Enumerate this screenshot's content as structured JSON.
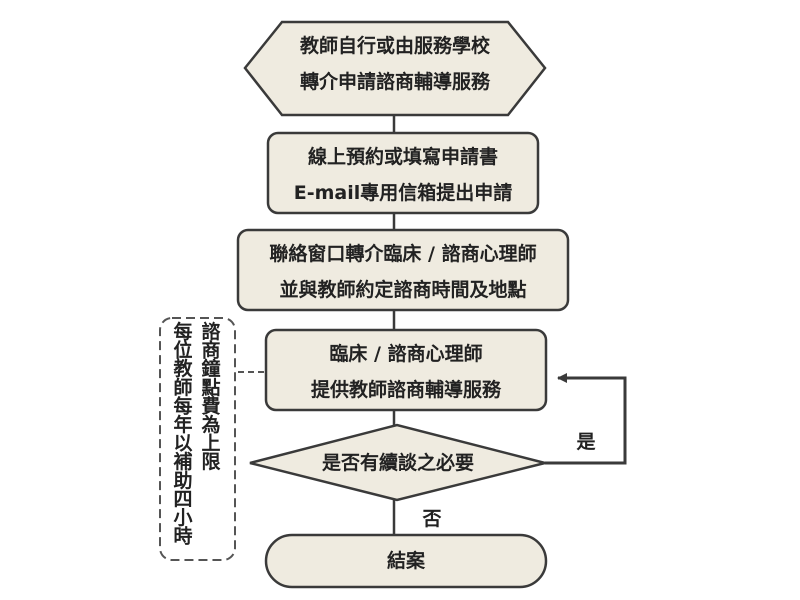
{
  "colors": {
    "node_fill": "#efebe0",
    "node_stroke": "#3a3a3a",
    "arrow": "#3a3a3a",
    "text": "#222222",
    "note_border": "#555555"
  },
  "diagram": {
    "nodes": {
      "start": {
        "shape": "hexagon",
        "line1": "教師自行或由服務學校",
        "line2": "轉介申請諮商輔導服務"
      },
      "apply": {
        "shape": "rounded-rect",
        "line1": "線上預約或填寫申請書",
        "line2": "E-mail專用信箱提出申請"
      },
      "refer": {
        "shape": "rounded-rect",
        "line1": "聯絡窗口轉介臨床 / 諮商心理師",
        "line2": "並與教師約定諮商時間及地點"
      },
      "service": {
        "shape": "rounded-rect",
        "line1": "臨床 / 諮商心理師",
        "line2": "提供教師諮商輔導服務"
      },
      "decision": {
        "shape": "diamond",
        "label": "是否有續談之必要"
      },
      "end": {
        "shape": "terminator",
        "label": "結案"
      }
    },
    "edges": {
      "yes_label": "是",
      "no_label": "否"
    },
    "note": {
      "column1": [
        "諮",
        "商",
        "鐘",
        "點",
        "費",
        "為",
        "上",
        "限"
      ],
      "column2": [
        "每",
        "位",
        "教",
        "師",
        "每",
        "年",
        "以",
        "補",
        "助",
        "四",
        "小",
        "時"
      ]
    }
  }
}
